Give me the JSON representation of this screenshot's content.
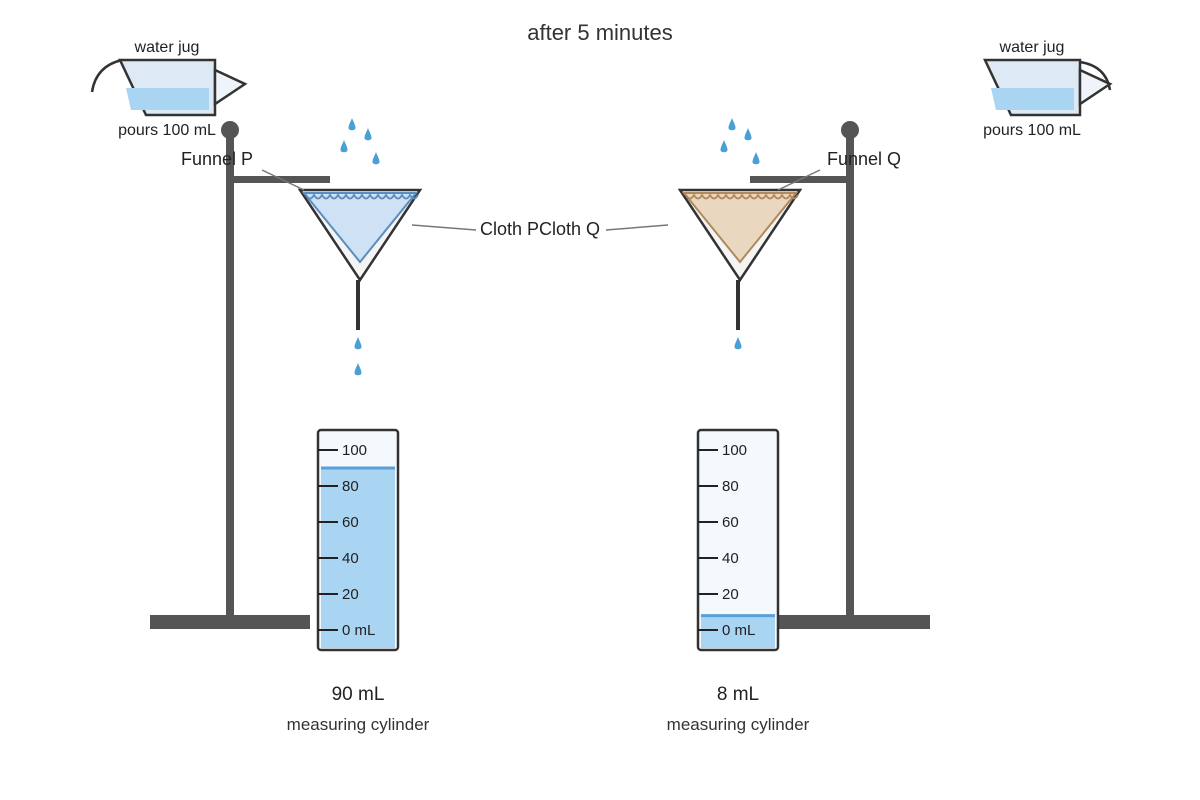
{
  "title": "after 5 minutes",
  "colors": {
    "stand": "#555555",
    "outline": "#333333",
    "water": "#a9d4f2",
    "water_line": "#5aa0d8",
    "drop": "#4a9fd4",
    "cloth_p": "#cfe1f4",
    "cloth_p_edge": "#5a8ec0",
    "cloth_q": "#e9d8bf",
    "cloth_q_edge": "#b08a5c",
    "jug": "#dde9f5",
    "cylinder_bg": "#f4f9fd"
  },
  "left": {
    "jug_label": "water jug",
    "pour_label": "pours 100 mL",
    "funnel_label": "Funnel P",
    "cloth_label": "Cloth P",
    "reading": "90 mL",
    "cylinder_label": "measuring cylinder",
    "volume_ml": 90,
    "drips_below": 2
  },
  "right": {
    "jug_label": "water jug",
    "pour_label": "pours 100 mL",
    "funnel_label": "Funnel Q",
    "cloth_label": "Cloth Q",
    "reading": "8 mL",
    "cylinder_label": "measuring cylinder",
    "volume_ml": 8,
    "drips_below": 1
  },
  "scale": {
    "ticks": [
      "100",
      "80",
      "60",
      "40",
      "20",
      "0 mL"
    ],
    "max_ml": 100
  }
}
